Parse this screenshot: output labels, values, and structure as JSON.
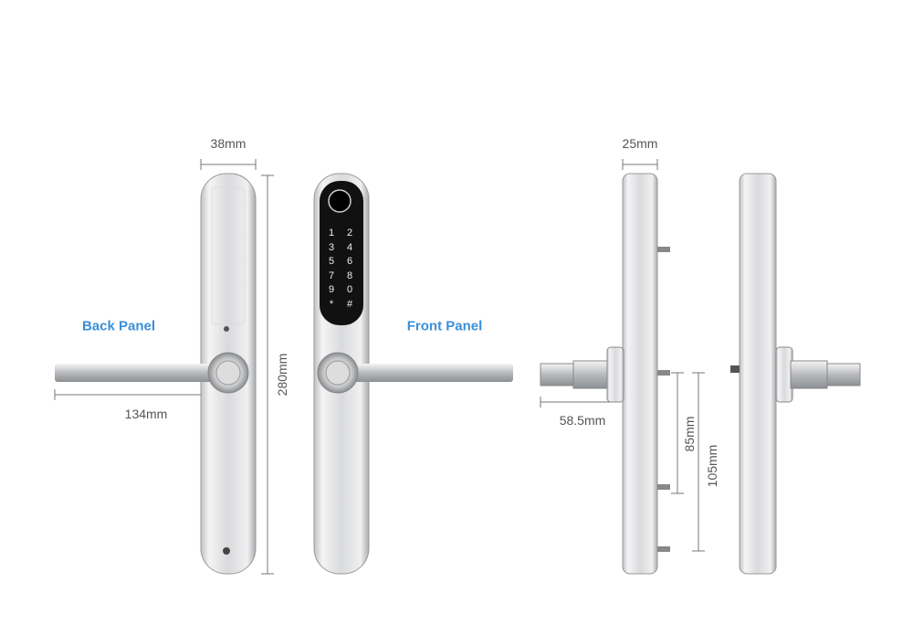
{
  "labels": {
    "back_panel": "Back Panel",
    "front_panel": "Front Panel"
  },
  "dimensions": {
    "width_panel": "38mm",
    "height_panel": "280mm",
    "lever_length": "134mm",
    "side_width": "25mm",
    "spindle_length": "58.5mm",
    "distance_85": "85mm",
    "distance_105": "105mm"
  },
  "keypad": {
    "keys": [
      "1",
      "2",
      "3",
      "4",
      "5",
      "6",
      "7",
      "8",
      "9",
      "0",
      "*",
      "#"
    ]
  },
  "colors": {
    "title": "#3a8fd8",
    "dimension": "#666666",
    "keypad": "#111111"
  }
}
